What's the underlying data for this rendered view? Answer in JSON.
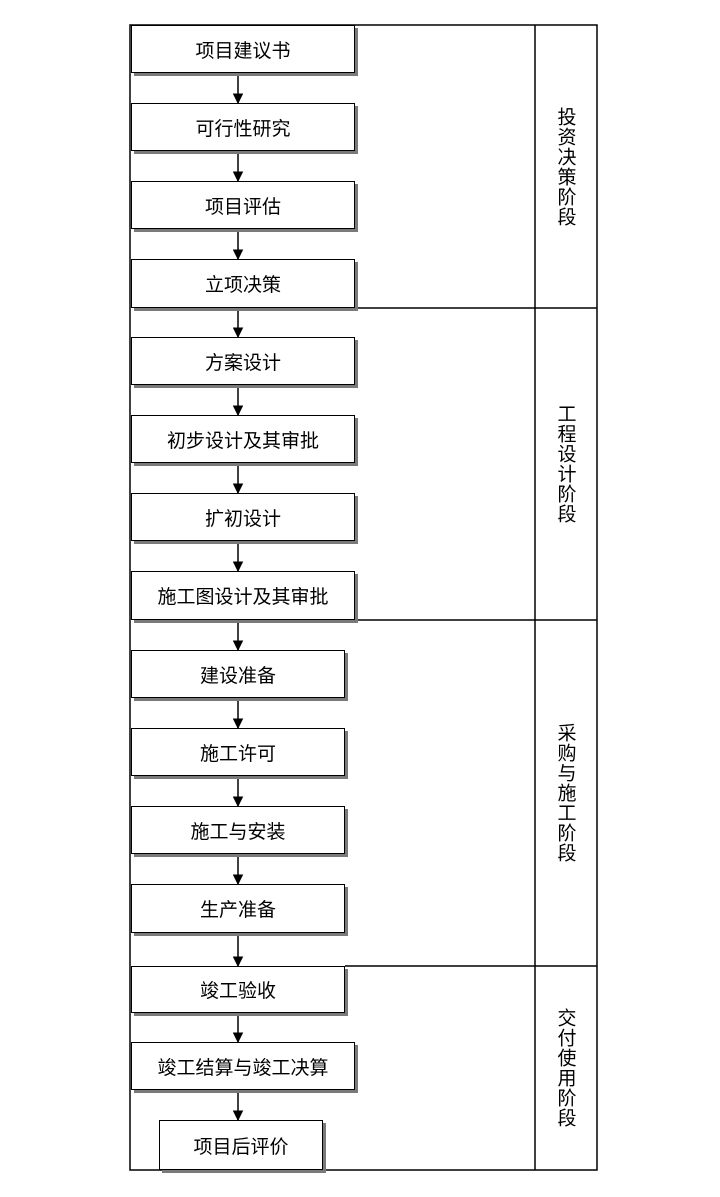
{
  "phases": [
    {
      "label": "投资决策阶段",
      "steps": [
        "项目建议书",
        "可行性研究",
        "项目评估",
        "立项决策"
      ]
    },
    {
      "label": "工程设计阶段",
      "steps": [
        "方案设计",
        "初步设计及其审批",
        "扩初设计",
        "施工图设计及其审批"
      ]
    },
    {
      "label": "采购与施工阶段",
      "steps": [
        "建设准备",
        "施工许可",
        "施工与安装",
        "生产准备"
      ]
    },
    {
      "label": "交付使用阶段",
      "steps": [
        "竣工验收",
        "竣工结算与竣工决算",
        "项目后评价"
      ]
    }
  ]
}
